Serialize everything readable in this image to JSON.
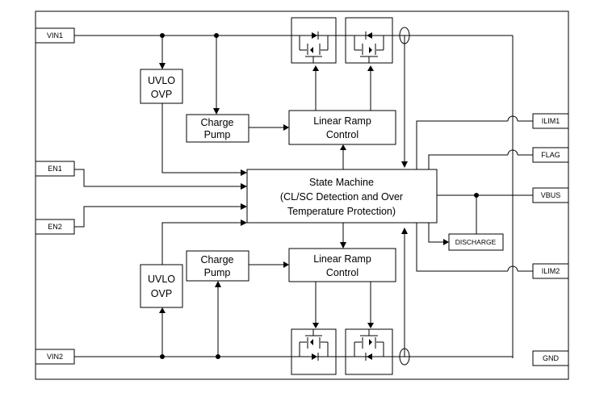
{
  "pins": {
    "vin1": "VIN1",
    "en1": "EN1",
    "en2": "EN2",
    "vin2": "VIN2",
    "ilim1": "ILIM1",
    "flag": "FLAG",
    "vbus": "VBUS",
    "ilim2": "ILIM2",
    "gnd": "GND"
  },
  "blocks": {
    "uvlo_top": [
      "UVLO",
      "OVP"
    ],
    "uvlo_bottom": [
      "UVLO",
      "OVP"
    ],
    "charge_pump_top": [
      "Charge",
      "Pump"
    ],
    "charge_pump_bottom": [
      "Charge",
      "Pump"
    ],
    "linear_ramp_top": [
      "Linear Ramp",
      "Control"
    ],
    "linear_ramp_bottom": [
      "Linear Ramp",
      "Control"
    ],
    "state_machine": [
      "State Machine",
      "(CL/SC Detection and Over",
      "Temperature Protection)"
    ],
    "discharge": "DISCHARGE"
  }
}
